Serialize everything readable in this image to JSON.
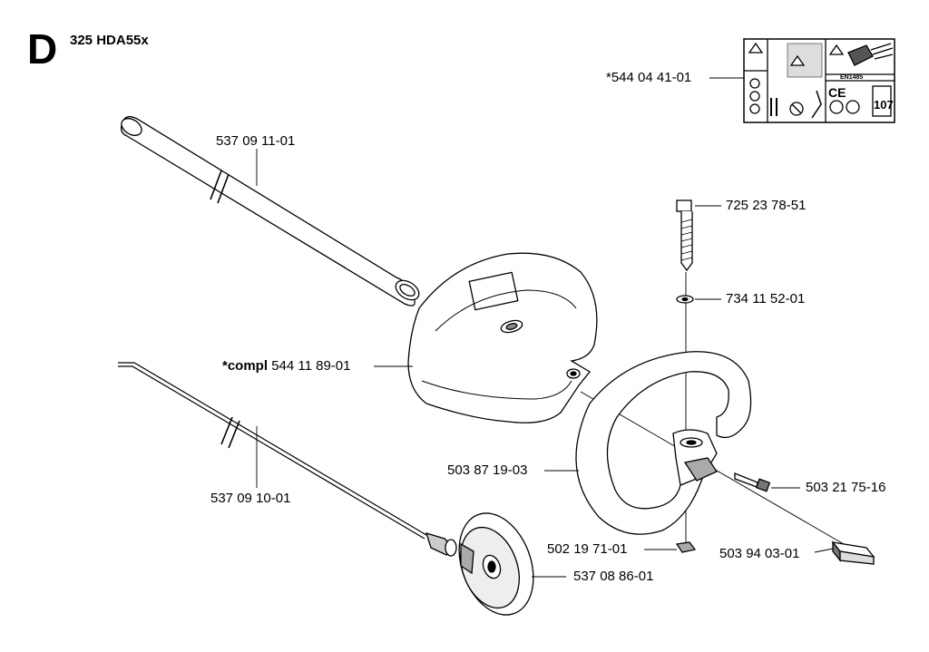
{
  "header": {
    "section": "D",
    "model": "325 HDA55x"
  },
  "parts": [
    {
      "id": "tube",
      "number": "537 09 11-01"
    },
    {
      "id": "label",
      "number": "*544 04 41-01"
    },
    {
      "id": "bolt",
      "number": "725 23 78-51"
    },
    {
      "id": "washer",
      "number": "734 11 52-01"
    },
    {
      "id": "guard",
      "prefix": "*compl",
      "number": "544 11 89-01"
    },
    {
      "id": "handle",
      "number": "503 87 19-03"
    },
    {
      "id": "screw",
      "number": "503 21 75-16"
    },
    {
      "id": "shaft",
      "number": "537 09 10-01"
    },
    {
      "id": "nut",
      "number": "502 19 71-01"
    },
    {
      "id": "connector",
      "number": "503 94 03-01"
    },
    {
      "id": "clutch-drum",
      "number": "537 08 86-01"
    }
  ],
  "warning_label": {
    "standard": "EN1485",
    "ce_mark": "CE",
    "sound_level": "107"
  }
}
